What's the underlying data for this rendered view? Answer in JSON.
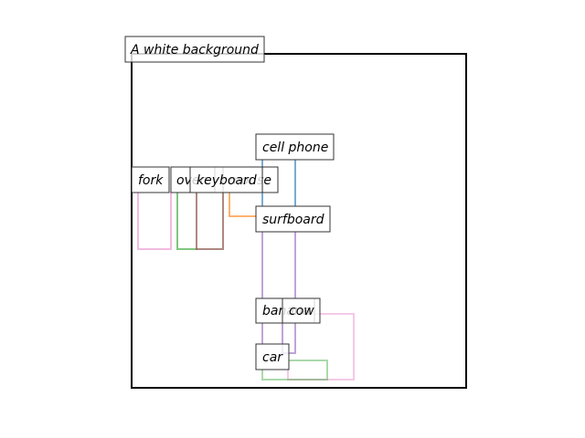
{
  "caption": "A white background",
  "colors": {
    "frame": "#000000",
    "fork": "#e377c2",
    "oven": "#2ca02c",
    "keyboard": "#8c564b",
    "mouse": "#ff7f0e",
    "cell_phone": "#1f77b4",
    "surfboard": "#9467bd",
    "banana": "#9467bd",
    "cow": "#e377c2",
    "car": "#2ca02c"
  },
  "objects": [
    {
      "id": "fork",
      "label": "fork"
    },
    {
      "id": "oven",
      "label": "oven"
    },
    {
      "id": "keyboard",
      "label": "keyboard"
    },
    {
      "id": "mouse",
      "label": "mouse"
    },
    {
      "id": "cell_phone",
      "label": "cell phone"
    },
    {
      "id": "surfboard",
      "label": "surfboard"
    },
    {
      "id": "banana",
      "label": "banana"
    },
    {
      "id": "cow",
      "label": "cow"
    },
    {
      "id": "car",
      "label": "car"
    }
  ]
}
